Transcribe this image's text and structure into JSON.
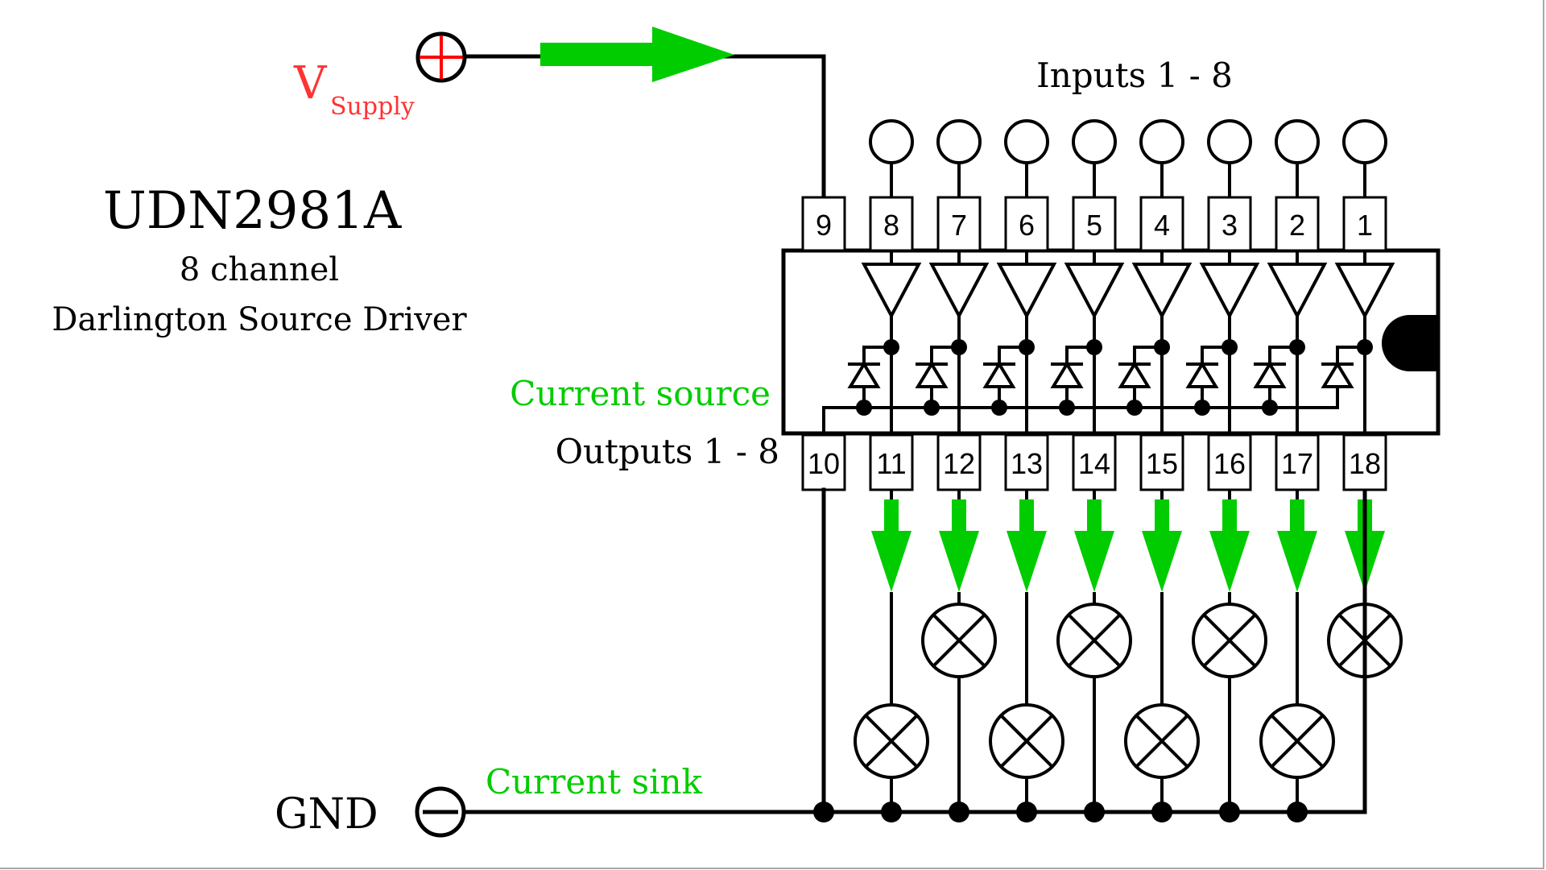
{
  "title": {
    "part_number": "UDN2981A",
    "subtitle_line1": "8 channel",
    "subtitle_line2": "Darlington Source Driver"
  },
  "supply": {
    "label_main": "V",
    "label_sub": "Supply",
    "terminal_symbol": "plus",
    "color": "#ff3333"
  },
  "ground": {
    "label": "GND",
    "terminal_symbol": "minus"
  },
  "labels": {
    "inputs": "Inputs 1 - 8",
    "outputs": "Outputs 1 - 8",
    "current_source": "Current source",
    "current_sink": "Current sink"
  },
  "colors": {
    "flow_arrow": "#00cc00",
    "annotation_green": "#00cc00",
    "wire": "#000000"
  },
  "chip": {
    "top_pins": [
      "9",
      "8",
      "7",
      "6",
      "5",
      "4",
      "3",
      "2",
      "1"
    ],
    "bottom_pins": [
      "10",
      "11",
      "12",
      "13",
      "14",
      "15",
      "16",
      "17",
      "18"
    ],
    "channels": 8
  },
  "loads": {
    "type": "lamp",
    "positions": [
      "low",
      "high",
      "low",
      "high",
      "low",
      "high",
      "low",
      "high"
    ]
  }
}
